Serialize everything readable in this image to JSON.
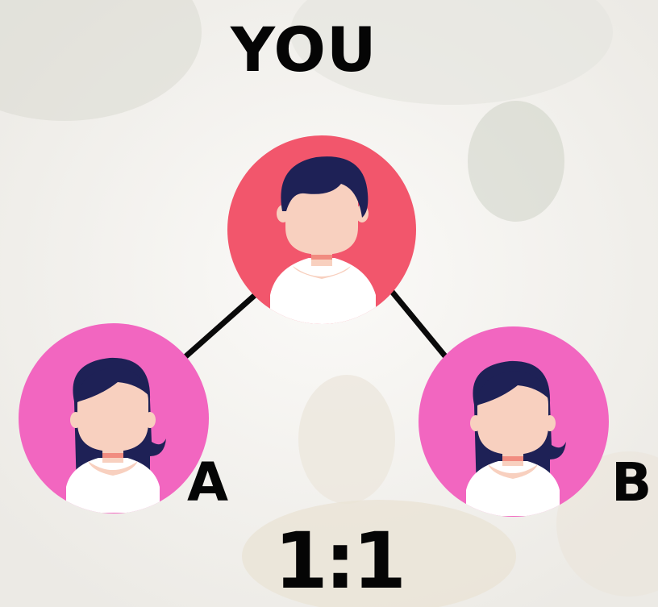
{
  "title": "YOU",
  "members": [
    {
      "label": "A"
    },
    {
      "label": "B"
    }
  ],
  "ratio": "1:1",
  "colors": {
    "you_circle": "#f2566c",
    "member_circle": "#f266c0",
    "hair": "#1e2156",
    "skin": "#f8d0bf",
    "shirt": "#ffffff",
    "text": "#050505",
    "connector": "#0a0a0a"
  }
}
